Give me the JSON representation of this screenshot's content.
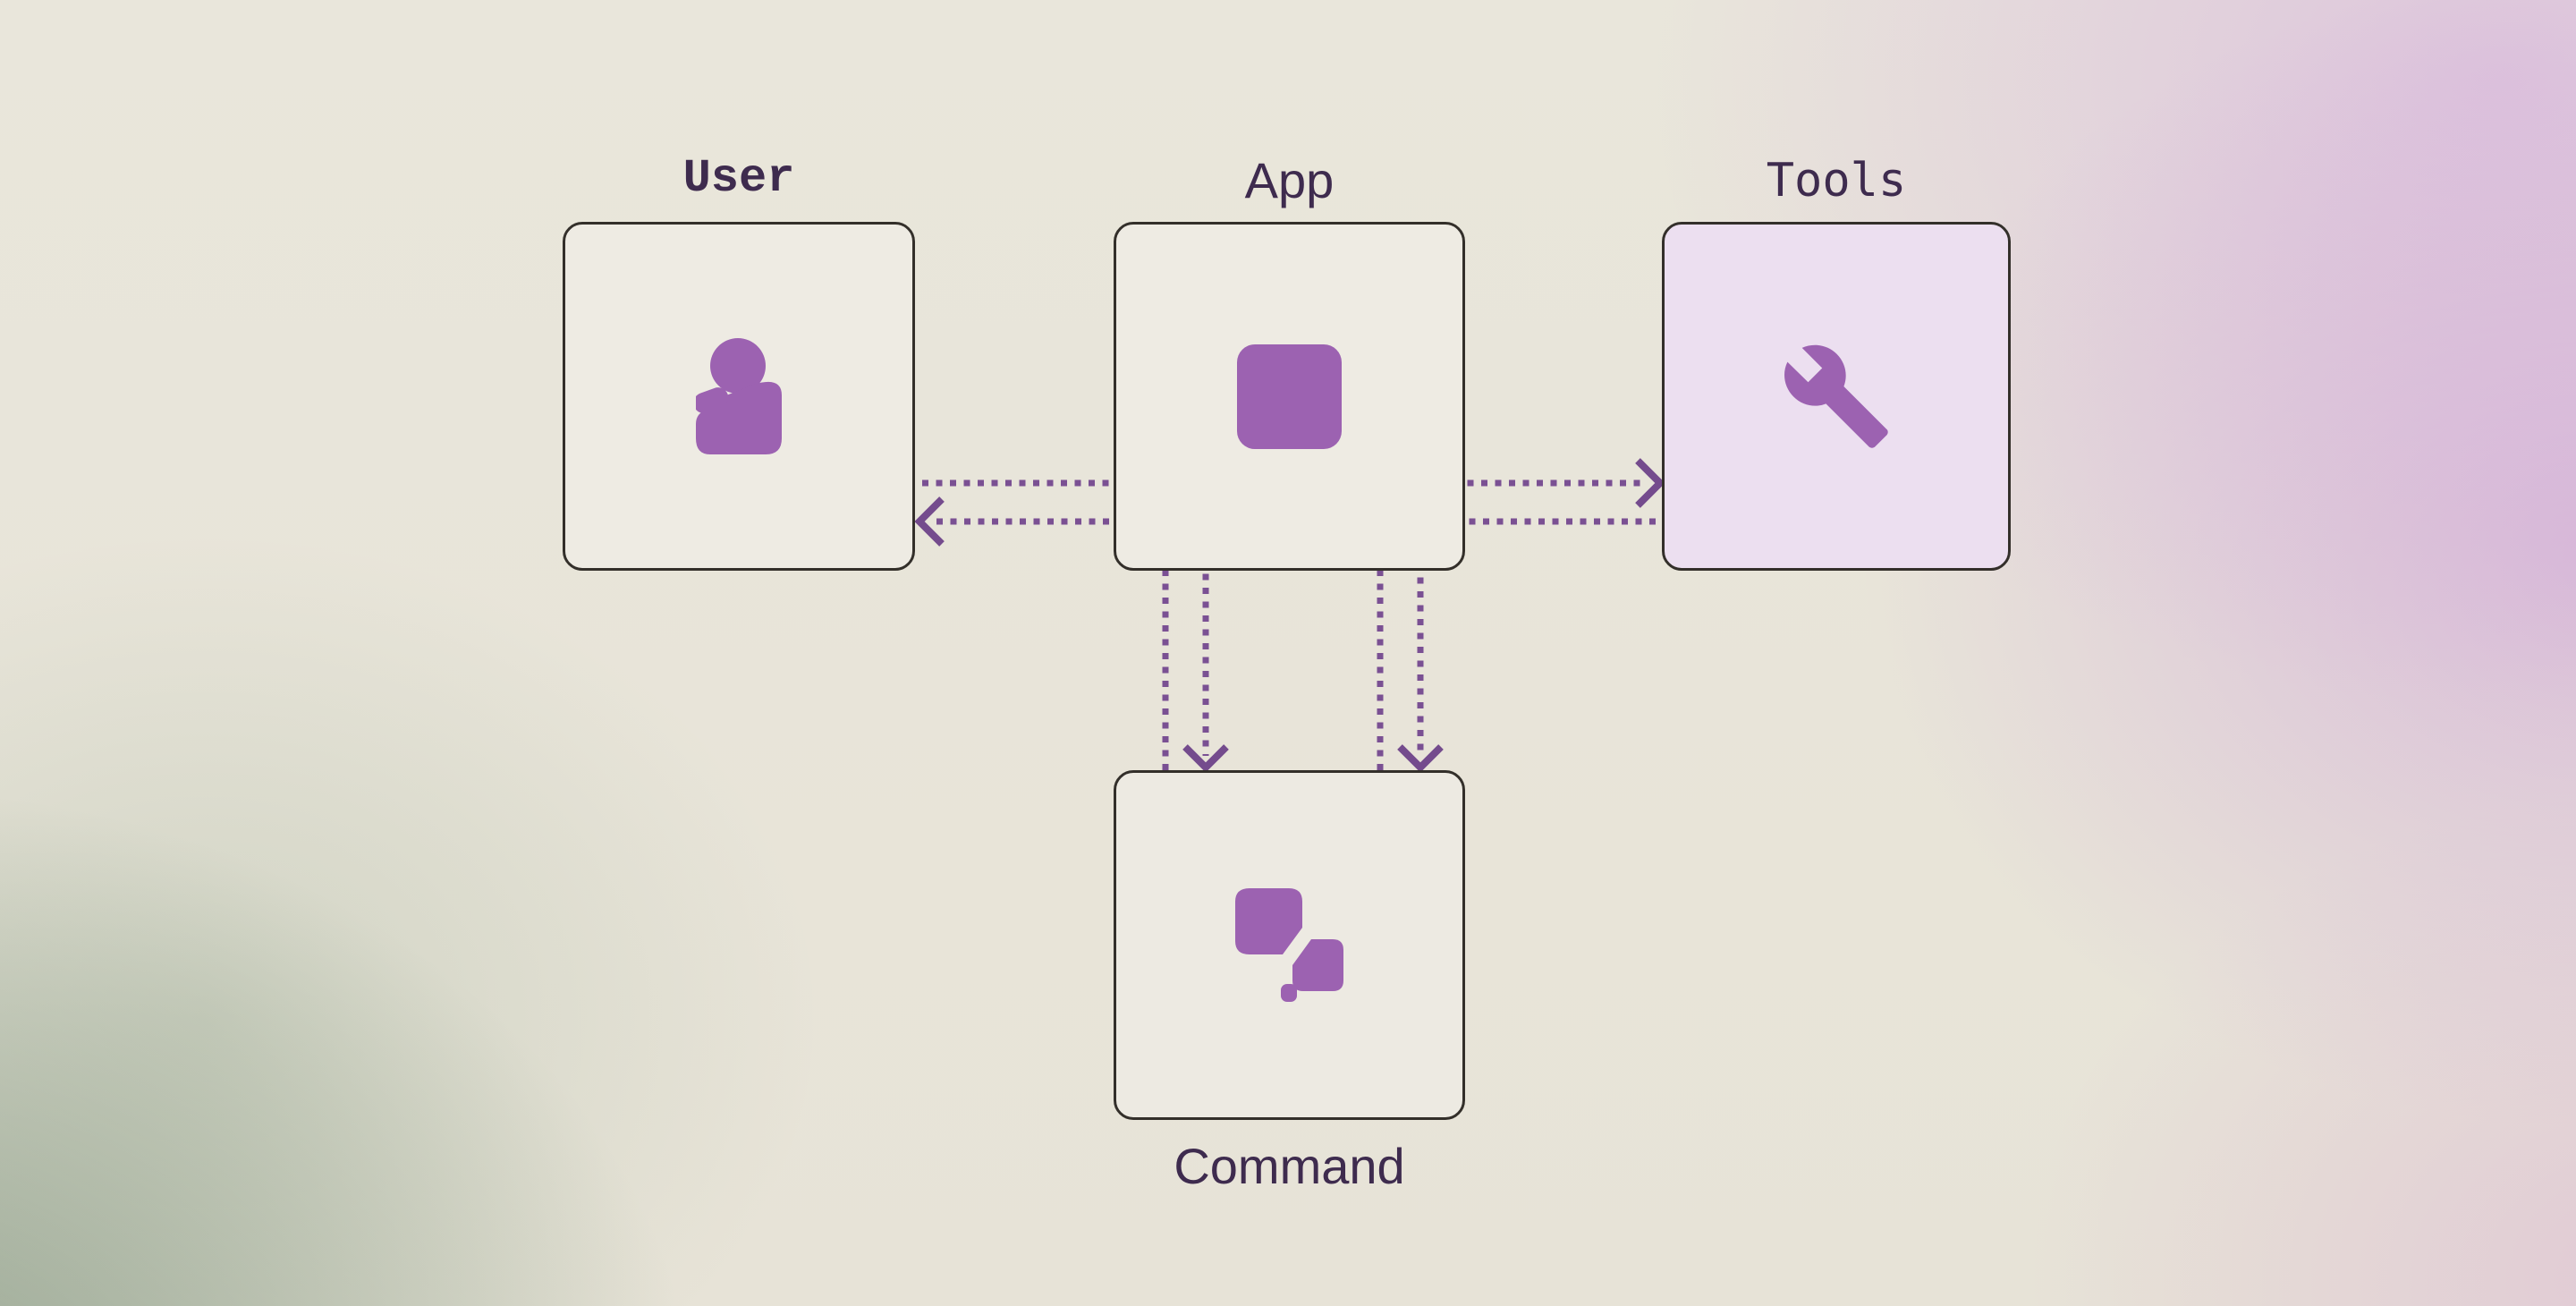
{
  "nodes": {
    "user": {
      "label": "User",
      "icon": "person-icon"
    },
    "app": {
      "label": "App",
      "icon": "app-square-icon"
    },
    "tools": {
      "label": "Tools",
      "icon": "wrench-icon"
    },
    "command": {
      "label": "Command",
      "icon": "command-blocks-icon"
    }
  },
  "connectors": [
    {
      "from": "user",
      "to": "command",
      "style": "dotted",
      "arrow_at": "command"
    },
    {
      "from": "command",
      "to": "user",
      "style": "dotted",
      "arrow_at": "user"
    },
    {
      "from": "command",
      "to": "tools",
      "style": "dotted",
      "arrow_at": "tools"
    },
    {
      "from": "tools",
      "to": "command",
      "style": "dotted",
      "arrow_at": "command"
    }
  ],
  "colors": {
    "icon_purple": "#9c62b1",
    "connector_purple": "#7a5093",
    "label_text": "#3e2b4e",
    "node_border": "#332f2a",
    "node_fill_cream": "#eeebe3",
    "node_fill_lavender": "#ecdff0",
    "background_beige": "#e8e4d9",
    "background_pink": "#dfc3e4",
    "background_green": "#9aa79c"
  }
}
